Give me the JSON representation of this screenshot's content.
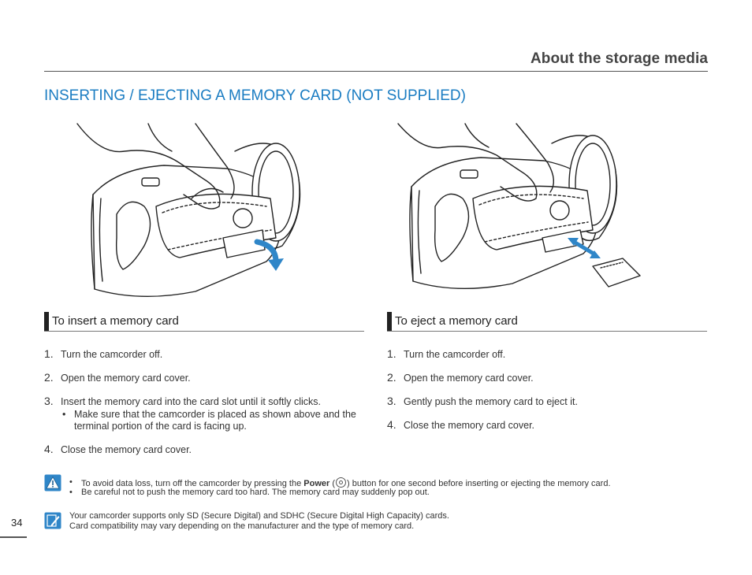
{
  "header": {
    "section_title": "About the storage media"
  },
  "main": {
    "heading": "INSERTING / EJECTING A MEMORY CARD (NOT SUPPLIED)"
  },
  "insert": {
    "title": "To insert a memory card",
    "steps": [
      {
        "num": "1.",
        "text": "Turn the camcorder off."
      },
      {
        "num": "2.",
        "text": "Open the memory card cover."
      },
      {
        "num": "3.",
        "text": "Insert the memory card into the card slot until it softly clicks.",
        "sub_bullet": "•",
        "sub": "Make sure that the camcorder is placed as shown above and the terminal portion of the card is facing up."
      },
      {
        "num": "4.",
        "text": "Close the memory card cover."
      }
    ]
  },
  "eject": {
    "title": "To eject a memory card",
    "steps": [
      {
        "num": "1.",
        "text": "Turn the camcorder off."
      },
      {
        "num": "2.",
        "text": "Open the memory card cover."
      },
      {
        "num": "3.",
        "text": "Gently push the memory card to eject it."
      },
      {
        "num": "4.",
        "text": "Close the memory card cover."
      }
    ]
  },
  "warning": {
    "icon": "warning-icon",
    "bullet": "•",
    "line1_pre": "To avoid data loss, turn off the camcorder by pressing the ",
    "line1_bold": "Power",
    "line1_open": " (",
    "line1_post": ") button for one second before inserting or ejecting the memory card.",
    "line2": "Be careful not to push the memory card too hard. The memory card may suddenly pop out."
  },
  "memo": {
    "icon": "memo-icon",
    "line1": "Your camcorder supports only SD (Secure Digital) and SDHC (Secure Digital High Capacity) cards.",
    "line2": "Card compatibility may vary depending on the manufacturer and the type of memory card."
  },
  "footer": {
    "page_number": "34"
  },
  "colors": {
    "heading_blue": "#1a7cc2",
    "icon_blue": "#2f86c8"
  }
}
